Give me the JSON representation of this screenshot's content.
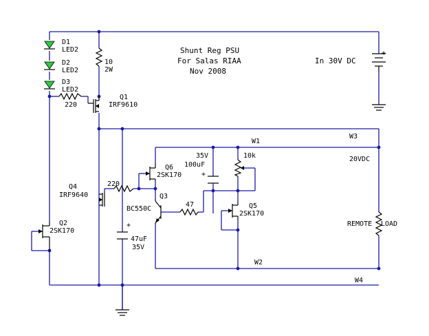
{
  "title": [
    "Shunt Reg PSU",
    "For Salas RIAA",
    "Nov 2008"
  ],
  "source": "In 30V DC",
  "output_voltage": "20VDC",
  "load": [
    "REMOTE",
    "LOAD"
  ],
  "nets": {
    "w1": "W1",
    "w2": "W2",
    "w3": "W3",
    "w4": "W4"
  },
  "leds": [
    {
      "ref": "D1",
      "value": "LED2"
    },
    {
      "ref": "D2",
      "value": "LED2"
    },
    {
      "ref": "D3",
      "value": "LED2"
    }
  ],
  "resistors": {
    "r_10": {
      "value": "10",
      "rating": "2W"
    },
    "r_220_q1": {
      "value": "220"
    },
    "r_220_q4": {
      "value": "220"
    },
    "r_47": {
      "value": "47"
    },
    "pot": {
      "value": "10k"
    }
  },
  "transistors": {
    "q1": {
      "ref": "Q1",
      "part": "IRF9610"
    },
    "q2": {
      "ref": "Q2",
      "part": "2SK170"
    },
    "q3": {
      "ref": "Q3",
      "part": "BC550C"
    },
    "q4": {
      "ref": "Q4",
      "part": "IRF9640"
    },
    "q5": {
      "ref": "Q5",
      "part": "2SK170"
    },
    "q6": {
      "ref": "Q6",
      "part": "2SK170"
    }
  },
  "capacitors": {
    "c_100": {
      "voltage": "35V",
      "value": "100uF",
      "polarity": "+"
    },
    "c_47": {
      "voltage": "35V",
      "value": "47uF",
      "polarity": "+"
    }
  },
  "battery_polarity": "+",
  "colors": {
    "wire": "#1a1aa6",
    "led": "#2ecc40",
    "component": "#000000"
  }
}
